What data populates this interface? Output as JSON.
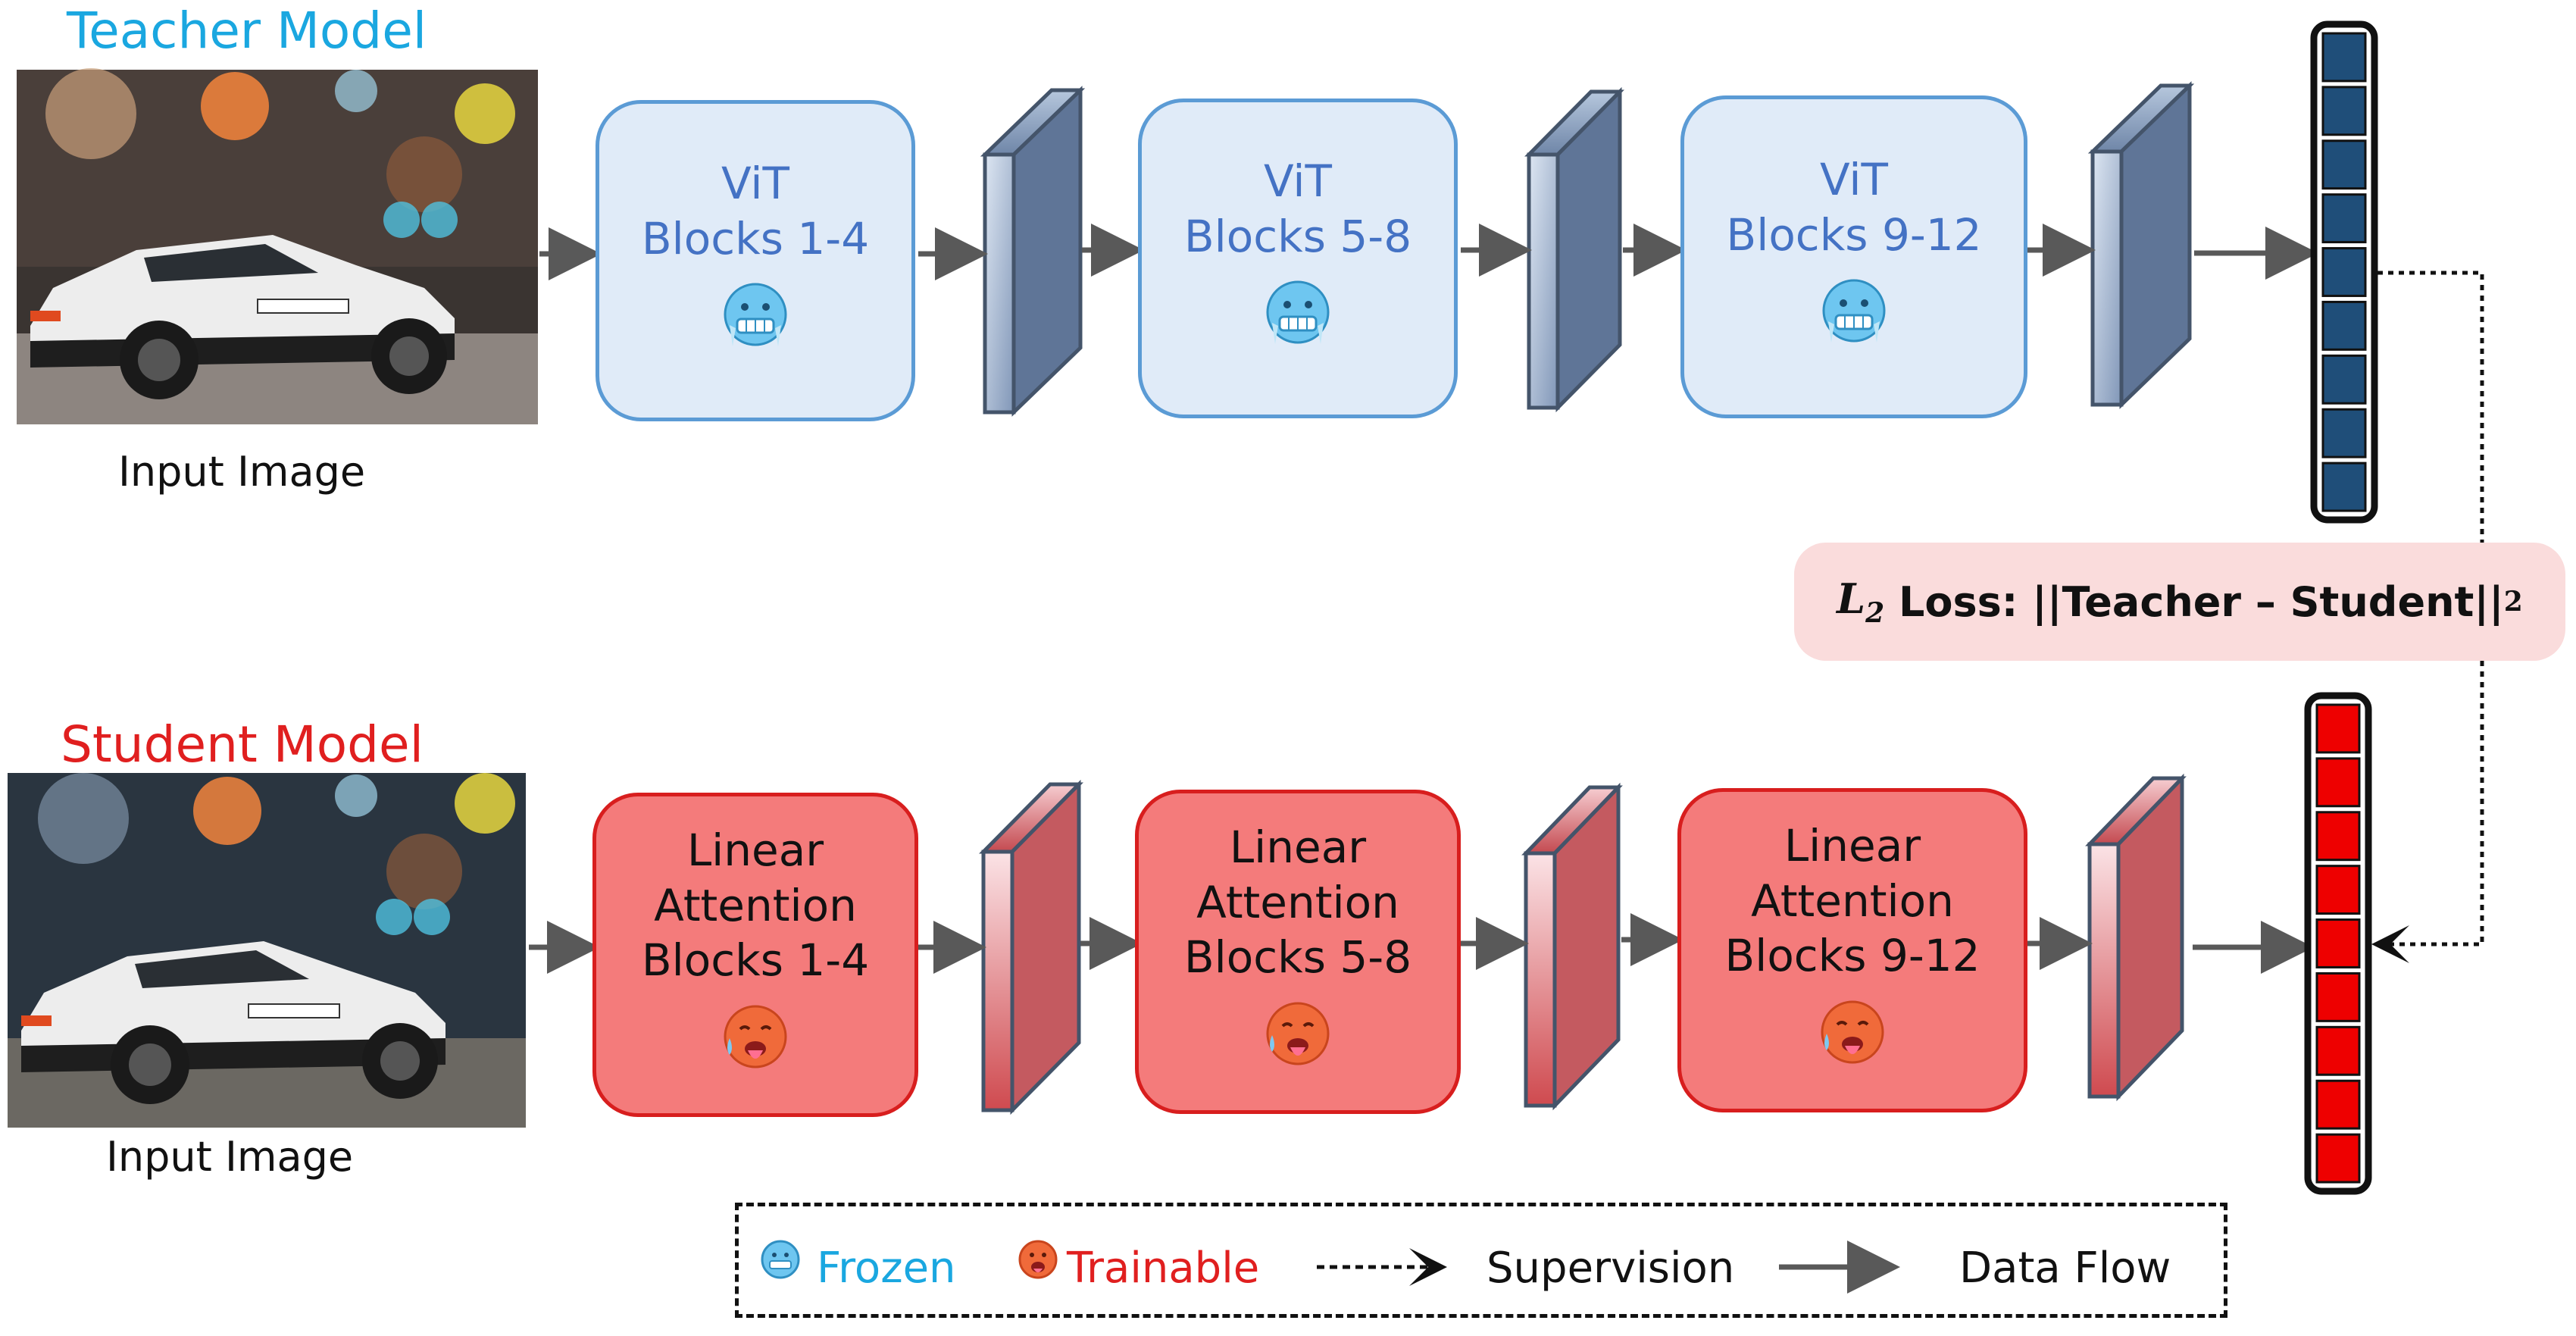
{
  "teacher": {
    "title": "Teacher Model",
    "input_caption": "Input Image",
    "blocks": [
      {
        "line1": "ViT",
        "line2": "Blocks 1-4"
      },
      {
        "line1": "ViT",
        "line2": "Blocks 5-8"
      },
      {
        "line1": "ViT",
        "line2": "Blocks 9-12"
      }
    ],
    "status_icon": "freezing-face-icon"
  },
  "student": {
    "title": "Student Model",
    "input_caption": "Input Image",
    "blocks": [
      {
        "line1": "Linear",
        "line2": "Attention",
        "line3": "Blocks 1-4"
      },
      {
        "line1": "Linear",
        "line2": "Attention",
        "line3": "Blocks 5-8"
      },
      {
        "line1": "Linear",
        "line2": "Attention",
        "line3": "Blocks 9-12"
      }
    ],
    "status_icon": "hot-face-icon"
  },
  "loss": {
    "prefix": "L",
    "subscript": "2",
    "text": "Loss: ||Teacher – Student||",
    "superscript": "2"
  },
  "legend": {
    "frozen": "Frozen",
    "trainable": "Trainable",
    "supervision": "Supervision",
    "data_flow": "Data Flow"
  },
  "colors": {
    "teacher_accent": "#1aa7e0",
    "student_accent": "#e01f1f",
    "teacher_block_fill": "#e0ebf8",
    "teacher_block_border": "#5b9bd5",
    "student_block_fill": "#f47b7b",
    "student_block_border": "#d81e1e",
    "teacher_token": "#1f4e79",
    "student_token": "#ee0000",
    "arrow": "#595959",
    "loss_fill": "#fadcdc"
  }
}
